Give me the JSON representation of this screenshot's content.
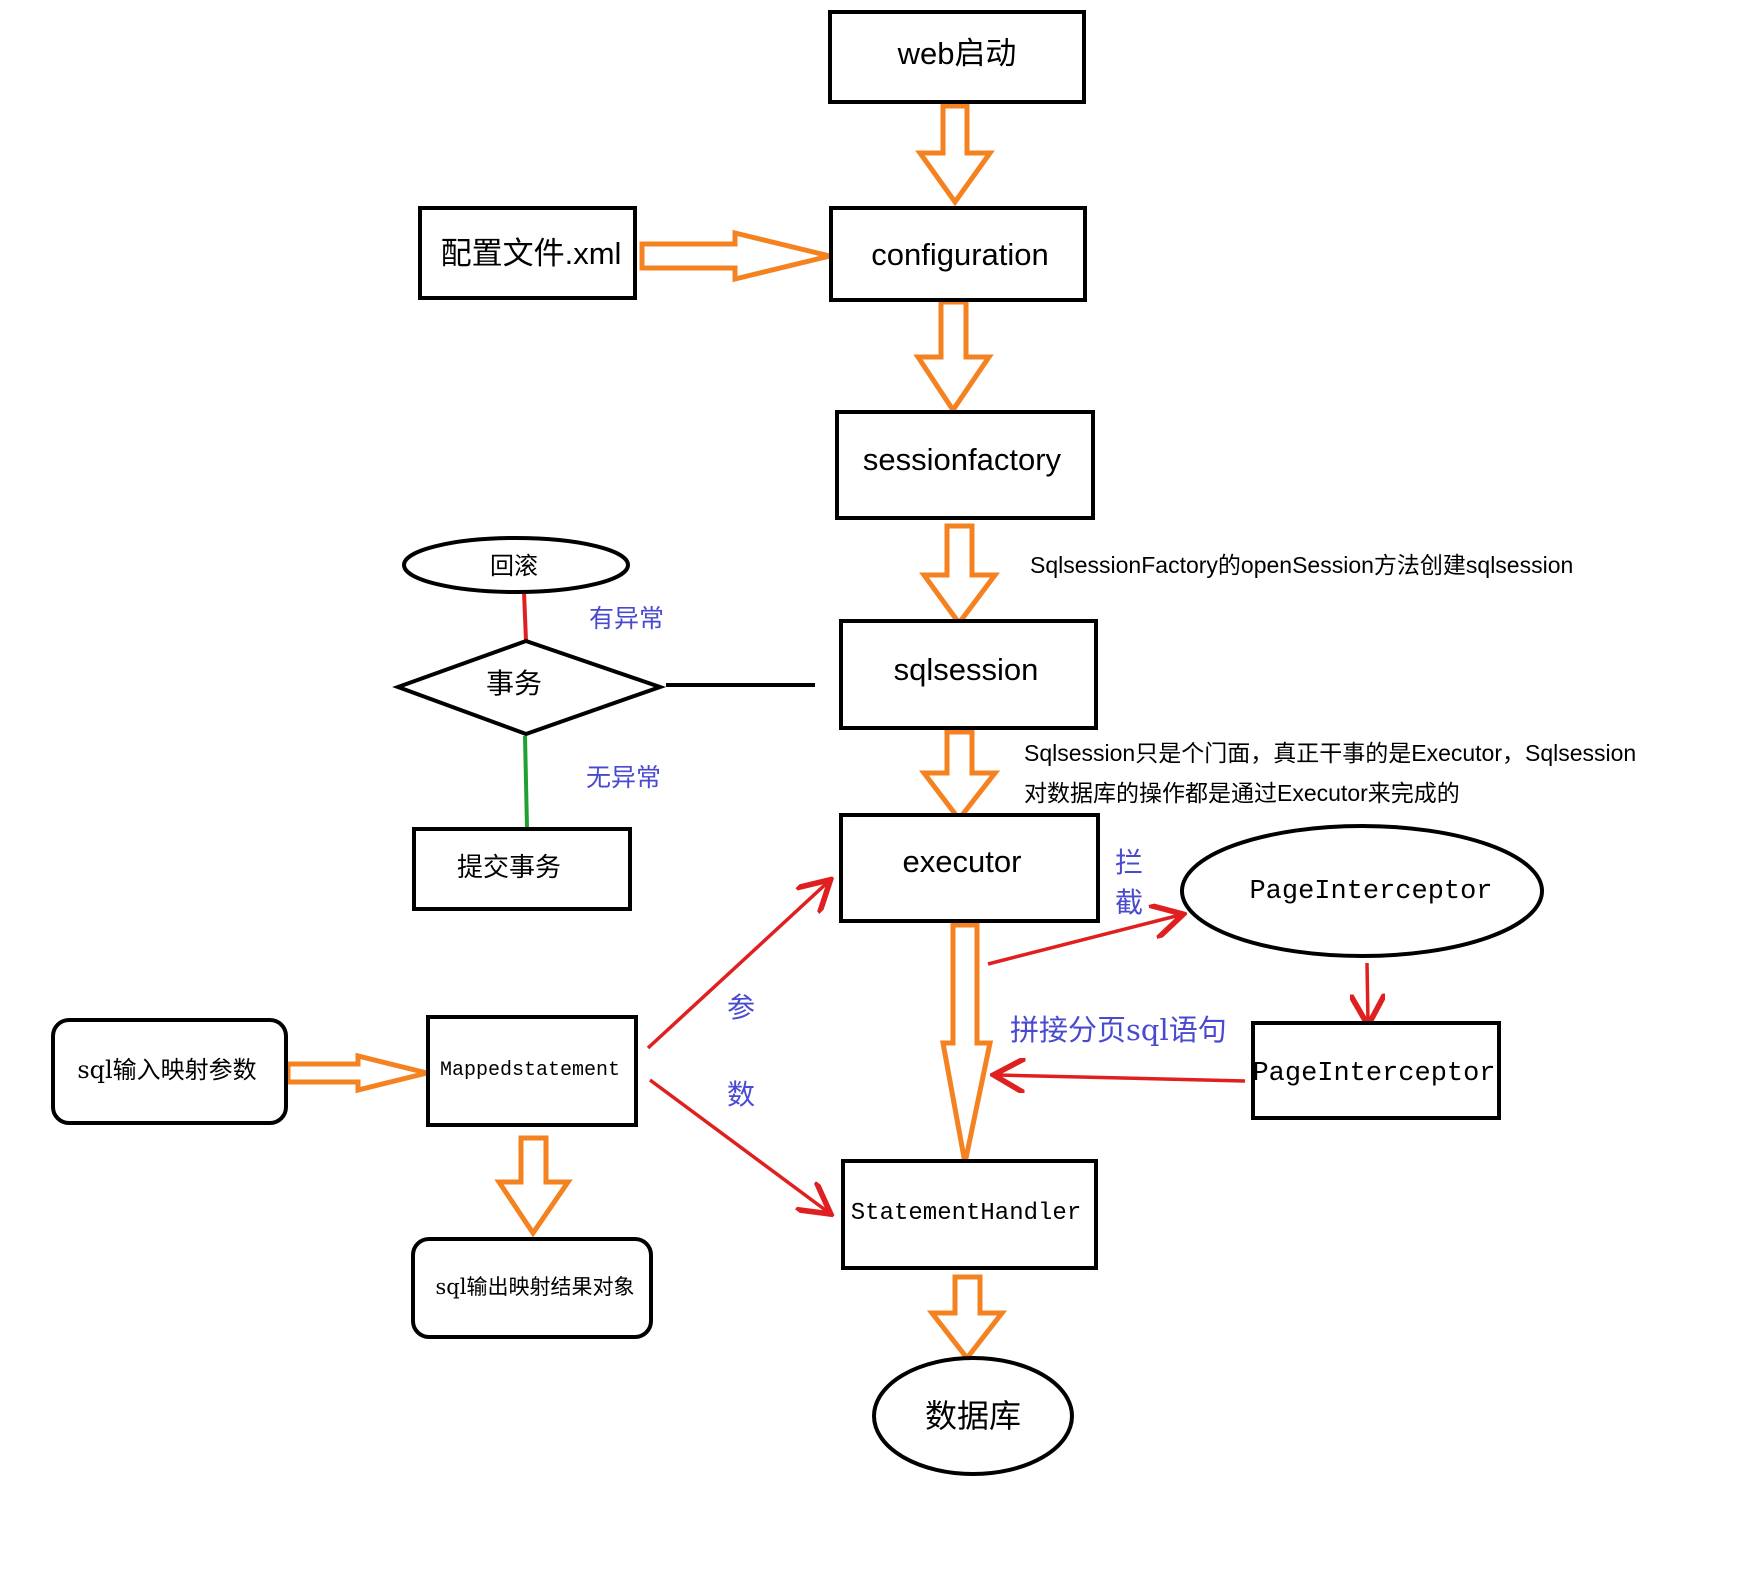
{
  "nodes": {
    "web_start": "web启动",
    "config_xml": "配置文件.xml",
    "configuration": "configuration",
    "sessionfactory": "sessionfactory",
    "sqlsession": "sqlsession",
    "executor": "executor",
    "rollback": "回滚",
    "transaction": "事务",
    "commit": "提交事务",
    "page_interceptor_ellipse": "PageInterceptor",
    "page_interceptor_box": "PageInterceptor",
    "sql_input": "sql输入映射参数",
    "mappedstatement": "Mappedstatement",
    "sql_output": "sql输出映射结果对象",
    "statement_handler": "StatementHandler",
    "database": "数据库"
  },
  "labels": {
    "has_exception": "有异常",
    "no_exception": "无异常",
    "intercept_1": "拦",
    "intercept_2": "截",
    "param_1": "参",
    "param_2": "数",
    "concat_sql": "拼接分页sql语句"
  },
  "notes": {
    "open_session": "SqlsessionFactory的openSession方法创建sqlsession",
    "facade_line1": "Sqlsession只是个门面，真正干事的是Executor，Sqlsession",
    "facade_line2": "对数据库的操作都是通过Executor来完成的"
  },
  "colors": {
    "flow_arrow": "#f58220",
    "red_arrow": "#e02020",
    "blue_label": "#4a4ad0",
    "exception_line": "#e02020",
    "normal_line": "#1fa030",
    "outline": "#000000"
  }
}
